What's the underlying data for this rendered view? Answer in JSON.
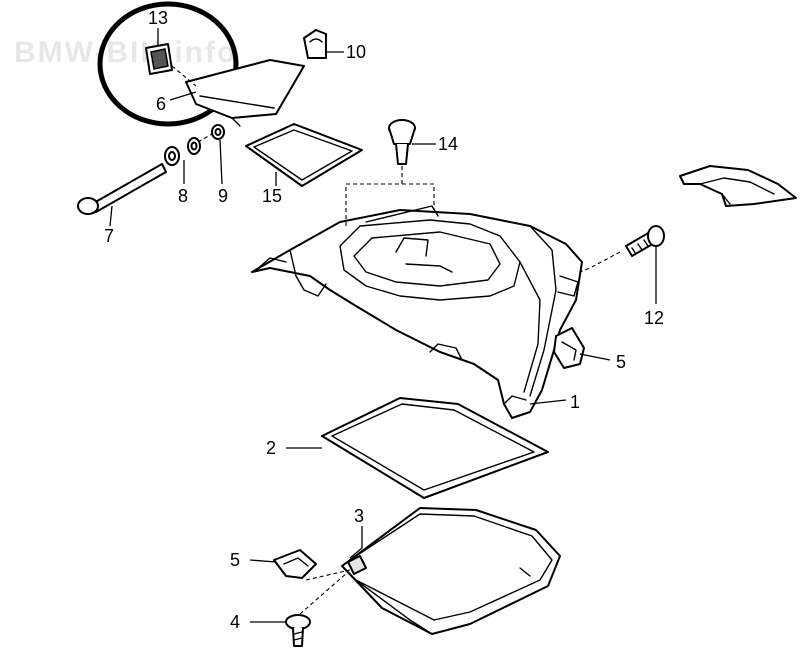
{
  "watermark": "BMW-BIK.info",
  "parts": [
    {
      "number": "1"
    },
    {
      "number": "2"
    },
    {
      "number": "3"
    },
    {
      "number": "4"
    },
    {
      "number": "5"
    },
    {
      "number": "5"
    },
    {
      "number": "6"
    },
    {
      "number": "7"
    },
    {
      "number": "8"
    },
    {
      "number": "9"
    },
    {
      "number": "10"
    },
    {
      "number": "12"
    },
    {
      "number": "13"
    },
    {
      "number": "14"
    },
    {
      "number": "15"
    }
  ],
  "highlighted_part": "13",
  "colors": {
    "line": "#000000",
    "background": "#ffffff"
  }
}
